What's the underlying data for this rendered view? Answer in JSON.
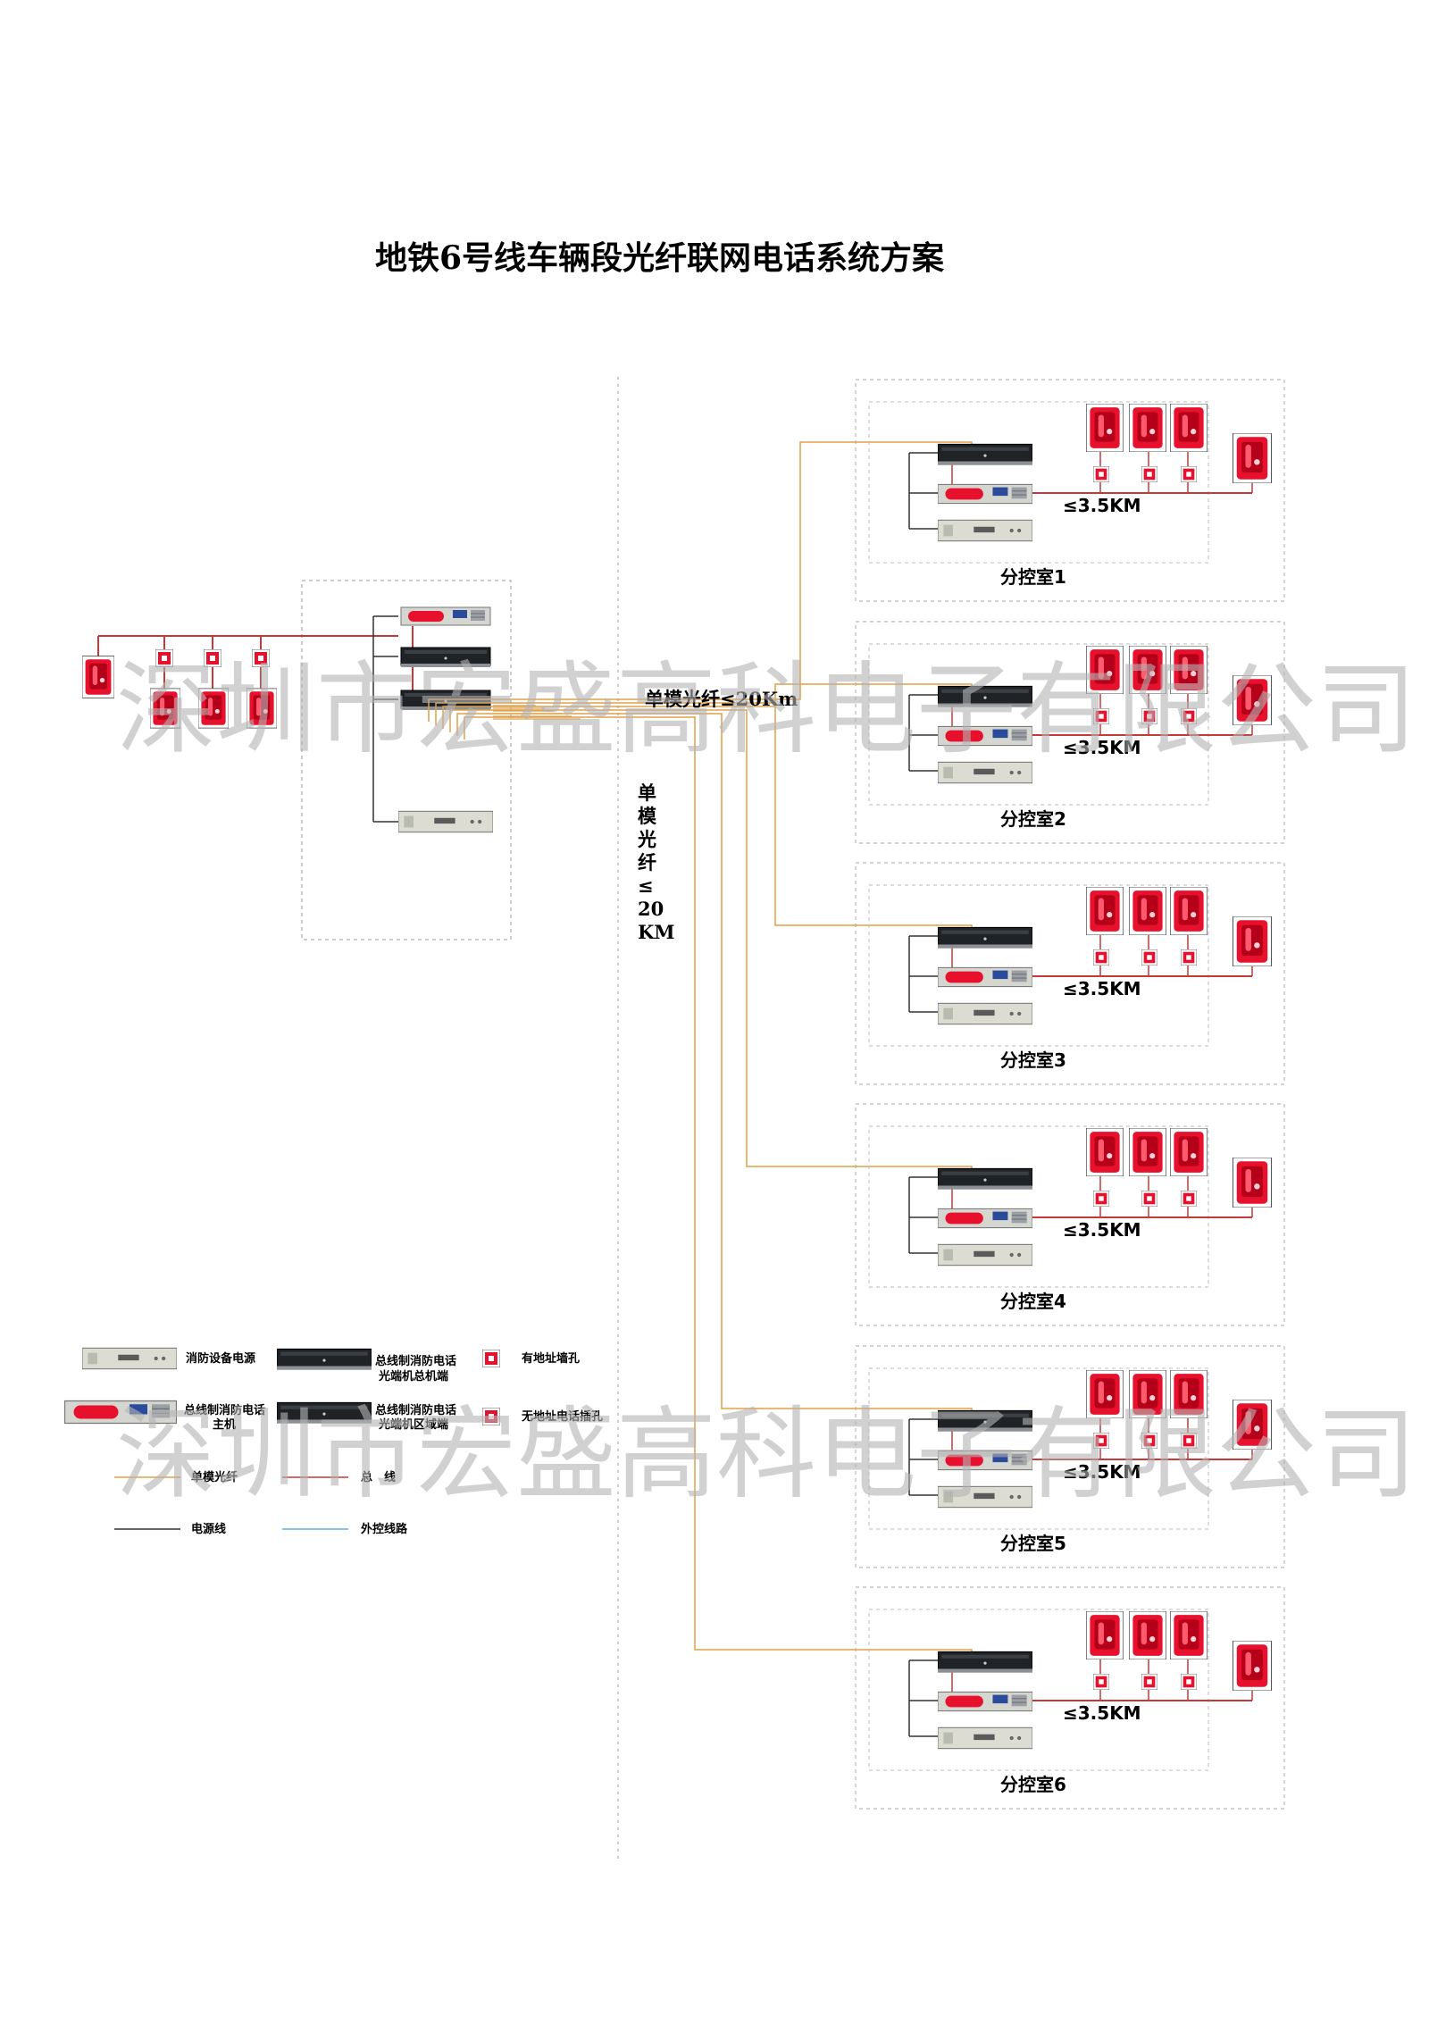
{
  "title": "地铁6号线车辆段光纤联网电话系统方案",
  "watermark": "深圳市宏盛高科电子有限公司",
  "fiber_label_horizontal": "单模光纤≤20Km",
  "fiber_label_vertical": [
    "单",
    "模",
    "光",
    "纤",
    "≤",
    "20",
    "KM"
  ],
  "rooms": [
    {
      "name": "分控室1",
      "distance": "≤3.5KM"
    },
    {
      "name": "分控室2",
      "distance": "≤3.5KM"
    },
    {
      "name": "分控室3",
      "distance": "≤3.5KM"
    },
    {
      "name": "分控室4",
      "distance": "≤3.5KM"
    },
    {
      "name": "分控室5",
      "distance": "≤3.5KM"
    },
    {
      "name": "分控室6",
      "distance": "≤3.5KM"
    }
  ],
  "legend": {
    "power_supply": "消防设备电源",
    "fiber_host": [
      "总线制消防电话",
      "光端机总机端"
    ],
    "addressed_jack": "有地址墙孔",
    "phone_host": [
      "总线制消防电话",
      "主机"
    ],
    "fiber_zone": [
      "总线制消防电话",
      "光端机区域端"
    ],
    "unaddressed_jack": "无地址电话插孔",
    "single_mode_fiber": "单模光纤",
    "bus_line": "总　线",
    "power_line": "电源线",
    "external_line": "外控线路"
  },
  "colors": {
    "fiber": "#e0a04a",
    "bus": "#c23a3a",
    "power": "#333333",
    "external": "#5ab4e6",
    "phone_red": "#e8112d"
  }
}
